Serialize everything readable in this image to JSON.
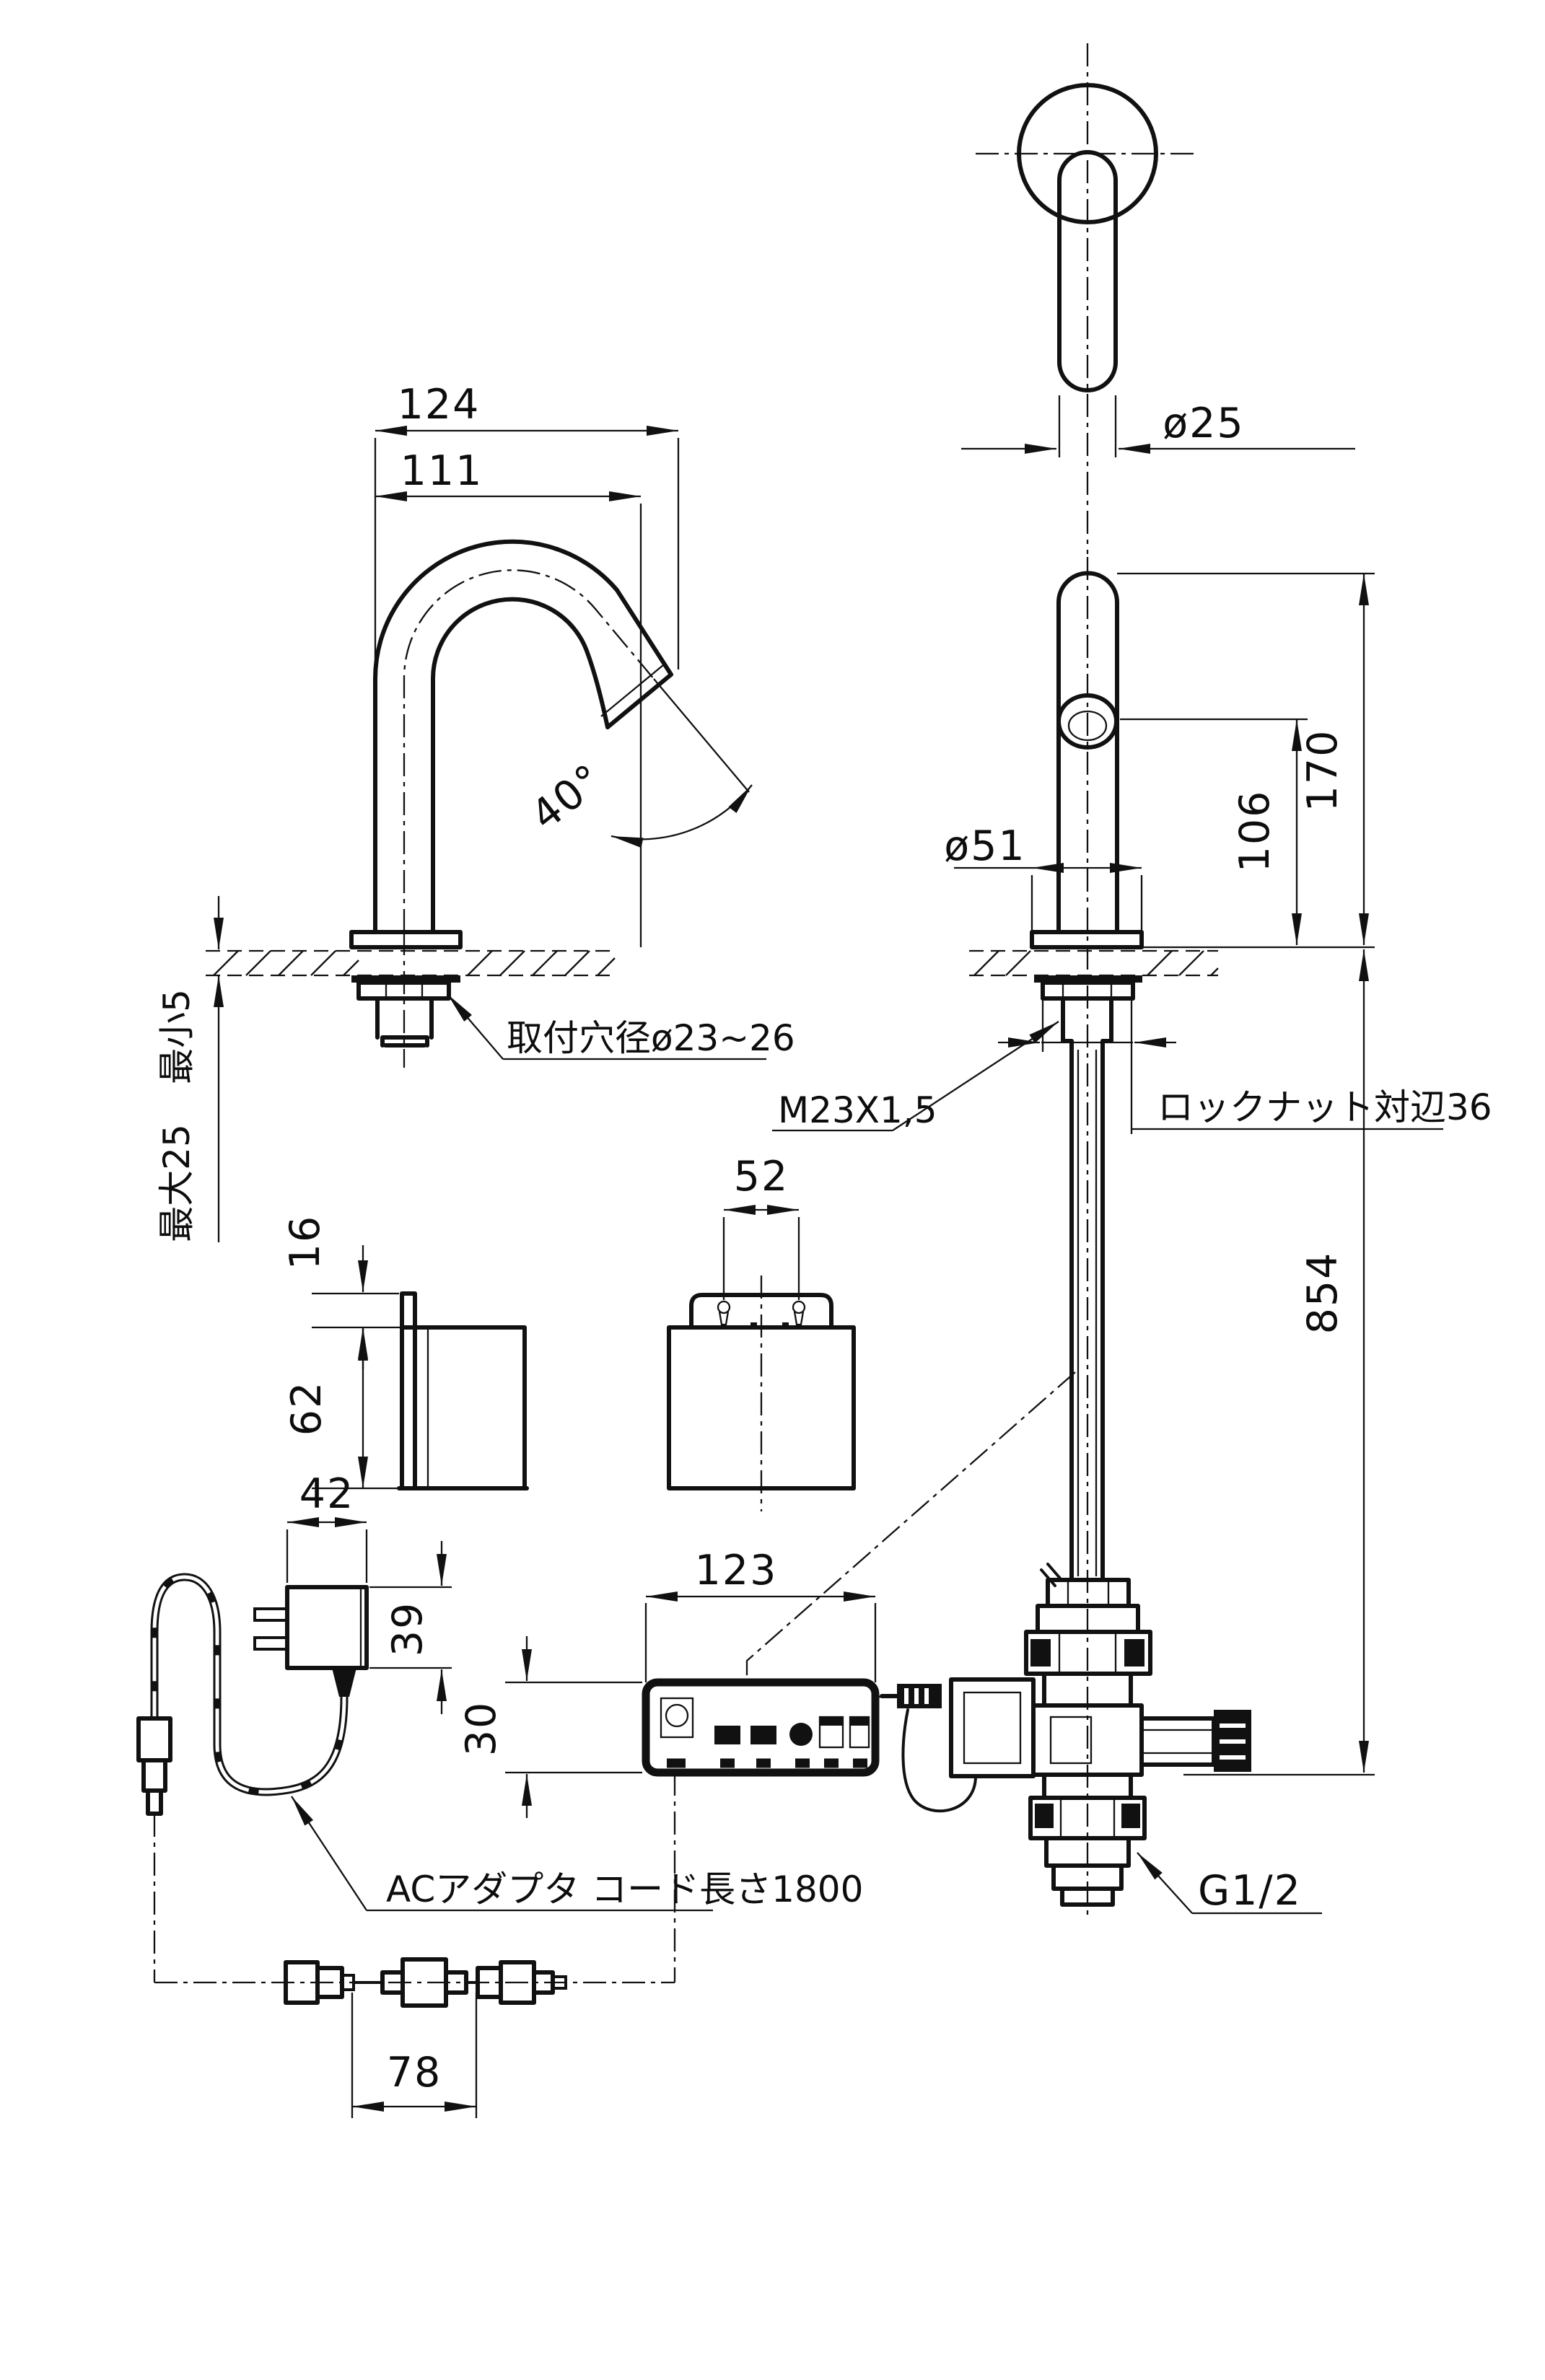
{
  "meta": {
    "kind": "technical installation drawing",
    "subject": "deck-mounted automatic sensor faucet with AC adapter and control unit",
    "background_color": "#ffffff",
    "line_color": "#111111"
  },
  "labels": {
    "dim_124": "124",
    "dim_111": "111",
    "angle_40": "40°",
    "dia_25": "ø25",
    "dia_51": "ø51",
    "dim_106": "106",
    "dim_170": "170",
    "dim_854": "854",
    "mounting_hole": "取付穴径ø23~26",
    "thread_spec": "M23X1,5",
    "locknut_spec": "ロックナット対辺36",
    "counter_max": "最大25",
    "counter_min": "最小5",
    "dim_16": "16",
    "dim_62": "62",
    "dim_52": "52",
    "dim_42": "42",
    "dim_39": "39",
    "dim_123": "123",
    "dim_30": "30",
    "ac_adapter_note": "ACアダプタ  コード長さ1800",
    "dim_78": "78",
    "thread_g12": "G1/2"
  }
}
